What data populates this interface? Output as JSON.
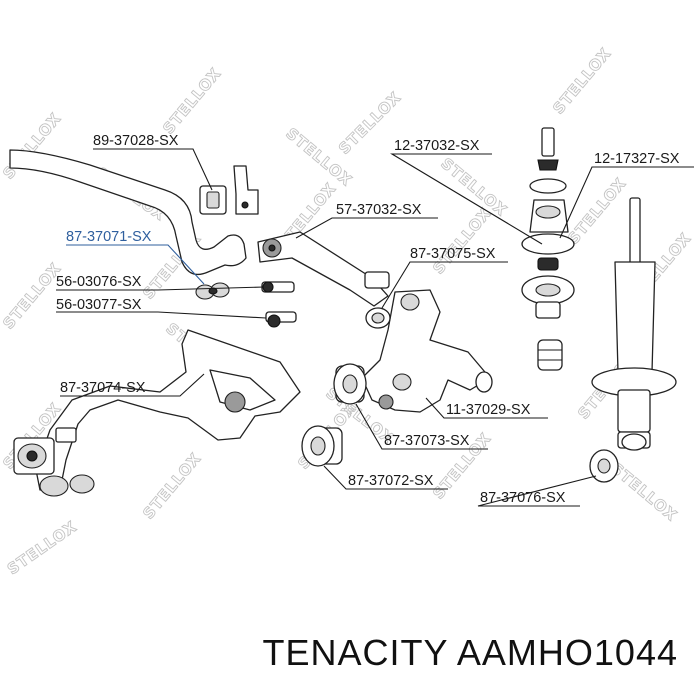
{
  "labels": {
    "l1": "89-37028-SX",
    "l2": "87-37071-SX",
    "l3": "56-03076-SX",
    "l4": "56-03077-SX",
    "l5": "87-37074-SX",
    "l6": "57-37032-SX",
    "l7": "87-37075-SX",
    "l8": "12-37032-SX",
    "l9": "12-17327-SX",
    "l10": "11-37029-SX",
    "l11": "87-37073-SX",
    "l12": "87-37072-SX",
    "l13": "87-37076-SX"
  },
  "watermark": "STELLOX",
  "footer": "TENACITY AAMHO1044",
  "colors": {
    "highlight": "#2f5f9e",
    "ink": "#1a1a1a",
    "watermark": "#c4c4c4"
  }
}
